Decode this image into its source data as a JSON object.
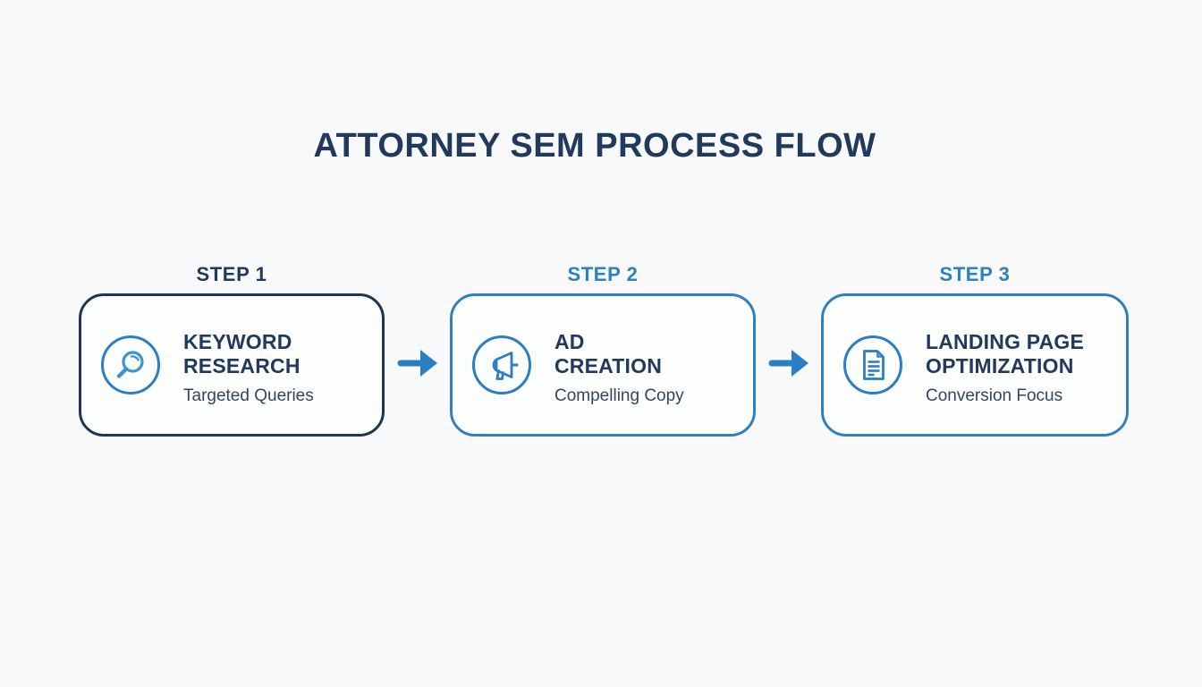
{
  "page": {
    "background_color": "#f8f9fa"
  },
  "title": {
    "text": "ATTORNEY SEM PROCESS FLOW",
    "color": "#21395d"
  },
  "colors": {
    "navy": "#21395d",
    "blue": "#2e80c0",
    "arrow_blue": "#2b7ec2",
    "subtitle_gray": "#33475b",
    "box_background": "#fcfdfd"
  },
  "steps": [
    {
      "label": "STEP 1",
      "label_color": "#21395d",
      "border_color": "#1d3557",
      "icon": "magnifier-icon",
      "title": "KEYWORD\nRESEARCH",
      "subtitle": "Targeted Queries"
    },
    {
      "label": "STEP 2",
      "label_color": "#2e80c0",
      "border_color": "#2e80c0",
      "icon": "megaphone-icon",
      "title": "AD\nCREATION",
      "subtitle": "Compelling Copy"
    },
    {
      "label": "STEP 3",
      "label_color": "#2e80c0",
      "border_color": "#2e80c0",
      "icon": "document-icon",
      "title": "LANDING PAGE\nOPTIMIZATION",
      "subtitle": "Conversion Focus"
    }
  ],
  "arrows": [
    {
      "name": "arrow-step1-to-step2",
      "direction": "right"
    },
    {
      "name": "arrow-step2-to-step3",
      "direction": "right"
    }
  ]
}
